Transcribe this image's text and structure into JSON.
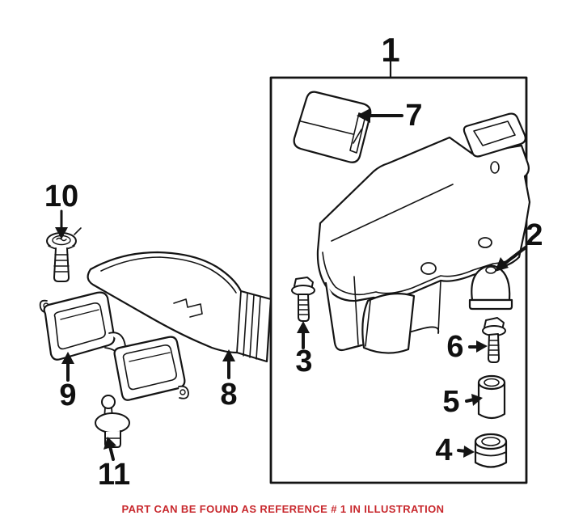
{
  "page": {
    "background": "#ffffff",
    "caption": {
      "text": "PART CAN BE FOUND AS REFERENCE # 1 IN ILLUSTRATION",
      "color": "#C8282D"
    }
  },
  "diagram": {
    "line_color": "#141414",
    "reference_box_number": "1",
    "labels": [
      {
        "ref": "1"
      },
      {
        "ref": "2"
      },
      {
        "ref": "3"
      },
      {
        "ref": "4"
      },
      {
        "ref": "5"
      },
      {
        "ref": "6"
      },
      {
        "ref": "7"
      },
      {
        "ref": "8"
      },
      {
        "ref": "9"
      },
      {
        "ref": "10"
      },
      {
        "ref": "11"
      }
    ]
  }
}
